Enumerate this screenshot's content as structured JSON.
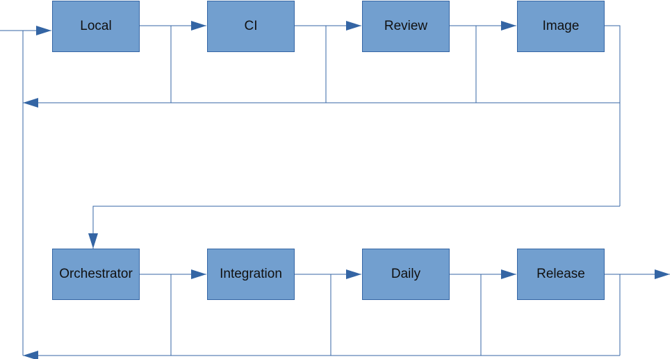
{
  "colors": {
    "node_fill": "#729fcf",
    "node_border": "#3465a4",
    "connector": "#3465a4"
  },
  "nodes": {
    "local": "Local",
    "ci": "CI",
    "review": "Review",
    "image": "Image",
    "orchestrator": "Orchestrator",
    "integration": "Integration",
    "daily": "Daily",
    "release": "Release"
  }
}
